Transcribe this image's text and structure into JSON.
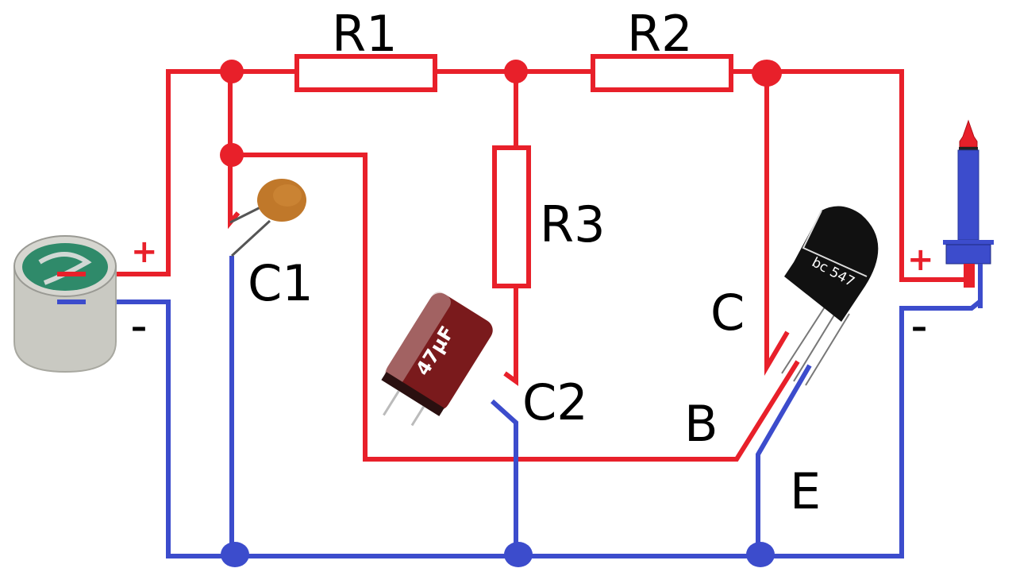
{
  "title": "Electret microphone preamplifier circuit (BC547)",
  "colors": {
    "positive_wire": "#e8202a",
    "negative_wire": "#3c4ccc",
    "background": "#ffffff"
  },
  "components": {
    "r1": {
      "label": "R1"
    },
    "r2": {
      "label": "R2"
    },
    "r3": {
      "label": "R3"
    },
    "c1": {
      "label": "C1"
    },
    "c2": {
      "label": "C2",
      "marking": "47µF"
    },
    "transistor": {
      "marking": "bc 547",
      "pins": {
        "collector": "C",
        "base": "B",
        "emitter": "E"
      }
    },
    "microphone": {
      "plus": "+",
      "minus": "–"
    },
    "output_jack": {
      "plus": "+",
      "minus": "–"
    }
  }
}
